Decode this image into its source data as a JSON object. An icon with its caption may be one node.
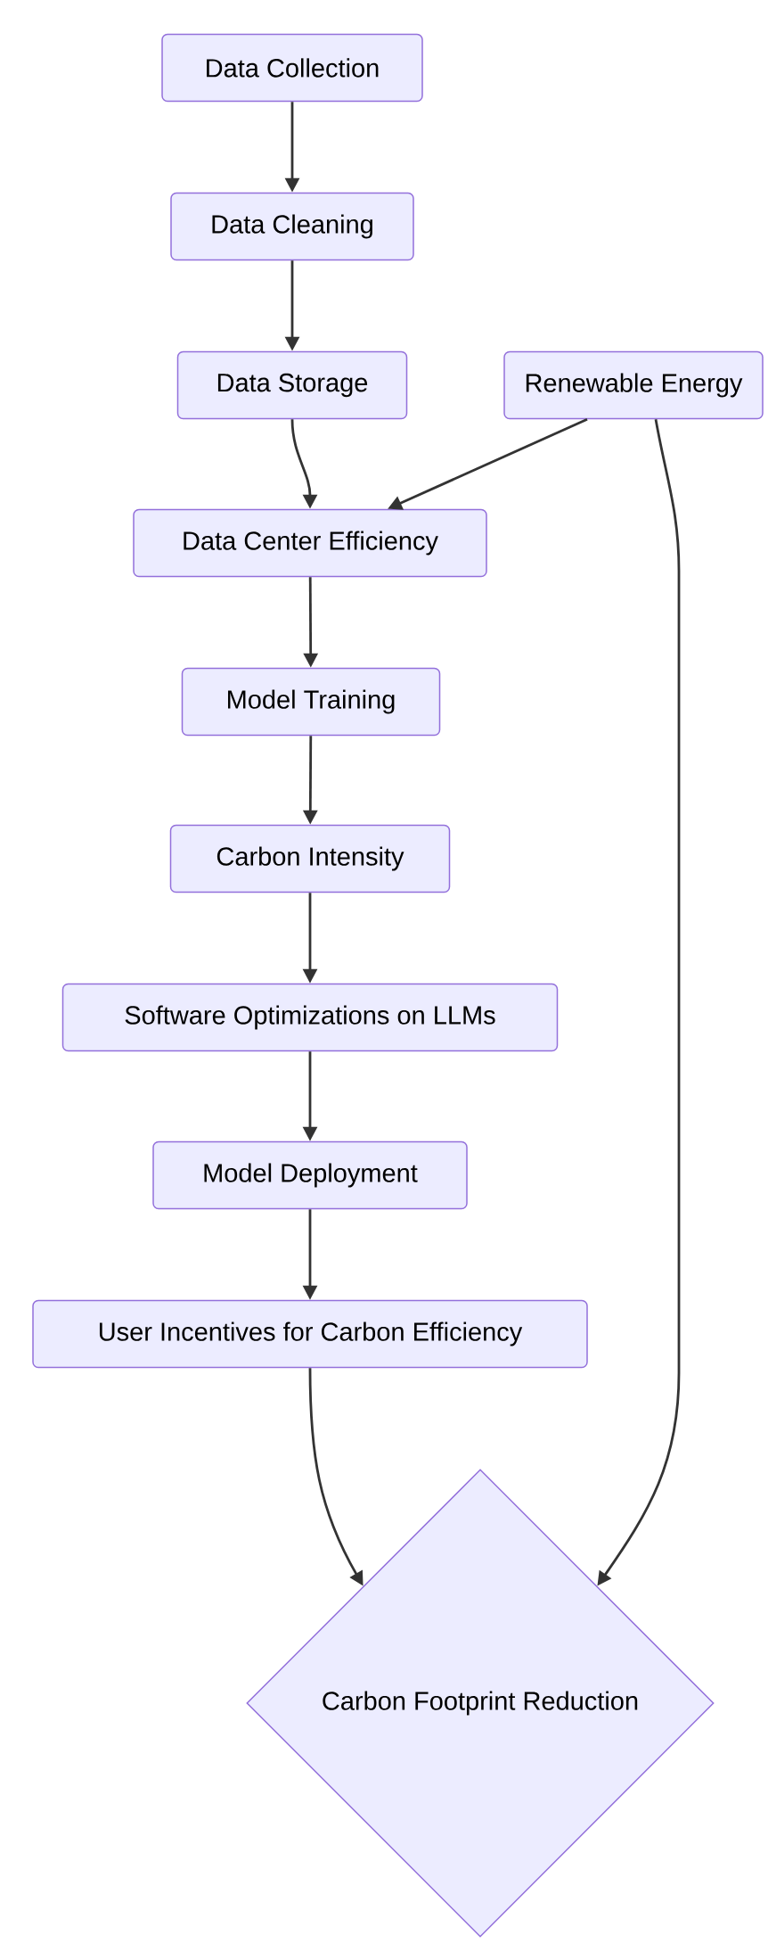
{
  "diagram": {
    "nodes": [
      {
        "text": [
          "Data Collection"
        ]
      },
      {
        "text": [
          "Data Cleaning"
        ]
      },
      {
        "text": [
          "Data Storage"
        ]
      },
      {
        "text": [
          "Renewable Energy"
        ]
      },
      {
        "text": [
          "Data Center Efficiency"
        ]
      },
      {
        "text": [
          "Model Training"
        ]
      },
      {
        "text": [
          "Carbon Intensity"
        ]
      },
      {
        "text": [
          "Software Optimizations on LLMs"
        ]
      },
      {
        "text": [
          "Model Deployment"
        ]
      },
      {
        "text": [
          "User Incentives for Carbon Efficiency"
        ]
      },
      {
        "text": [
          "Carbon Footprint Reduction"
        ]
      }
    ],
    "edges": [
      {
        "from": 0,
        "to": 1,
        "arrow": "to"
      },
      {
        "from": 1,
        "to": 2,
        "arrow": "to"
      },
      {
        "from": 2,
        "to": 4,
        "arrow": "to"
      },
      {
        "from": 3,
        "to": 4,
        "arrow": "to"
      },
      {
        "from": 4,
        "to": 5,
        "arrow": "to"
      },
      {
        "from": 5,
        "to": 6,
        "arrow": "to"
      },
      {
        "from": 6,
        "to": 7,
        "arrow": "to"
      },
      {
        "from": 7,
        "to": 8,
        "arrow": "to"
      },
      {
        "from": 8,
        "to": 9,
        "arrow": "to"
      },
      {
        "from": 9,
        "to": 10,
        "arrow": "to"
      },
      {
        "from": 3,
        "to": 10,
        "arrow": "to"
      }
    ]
  }
}
